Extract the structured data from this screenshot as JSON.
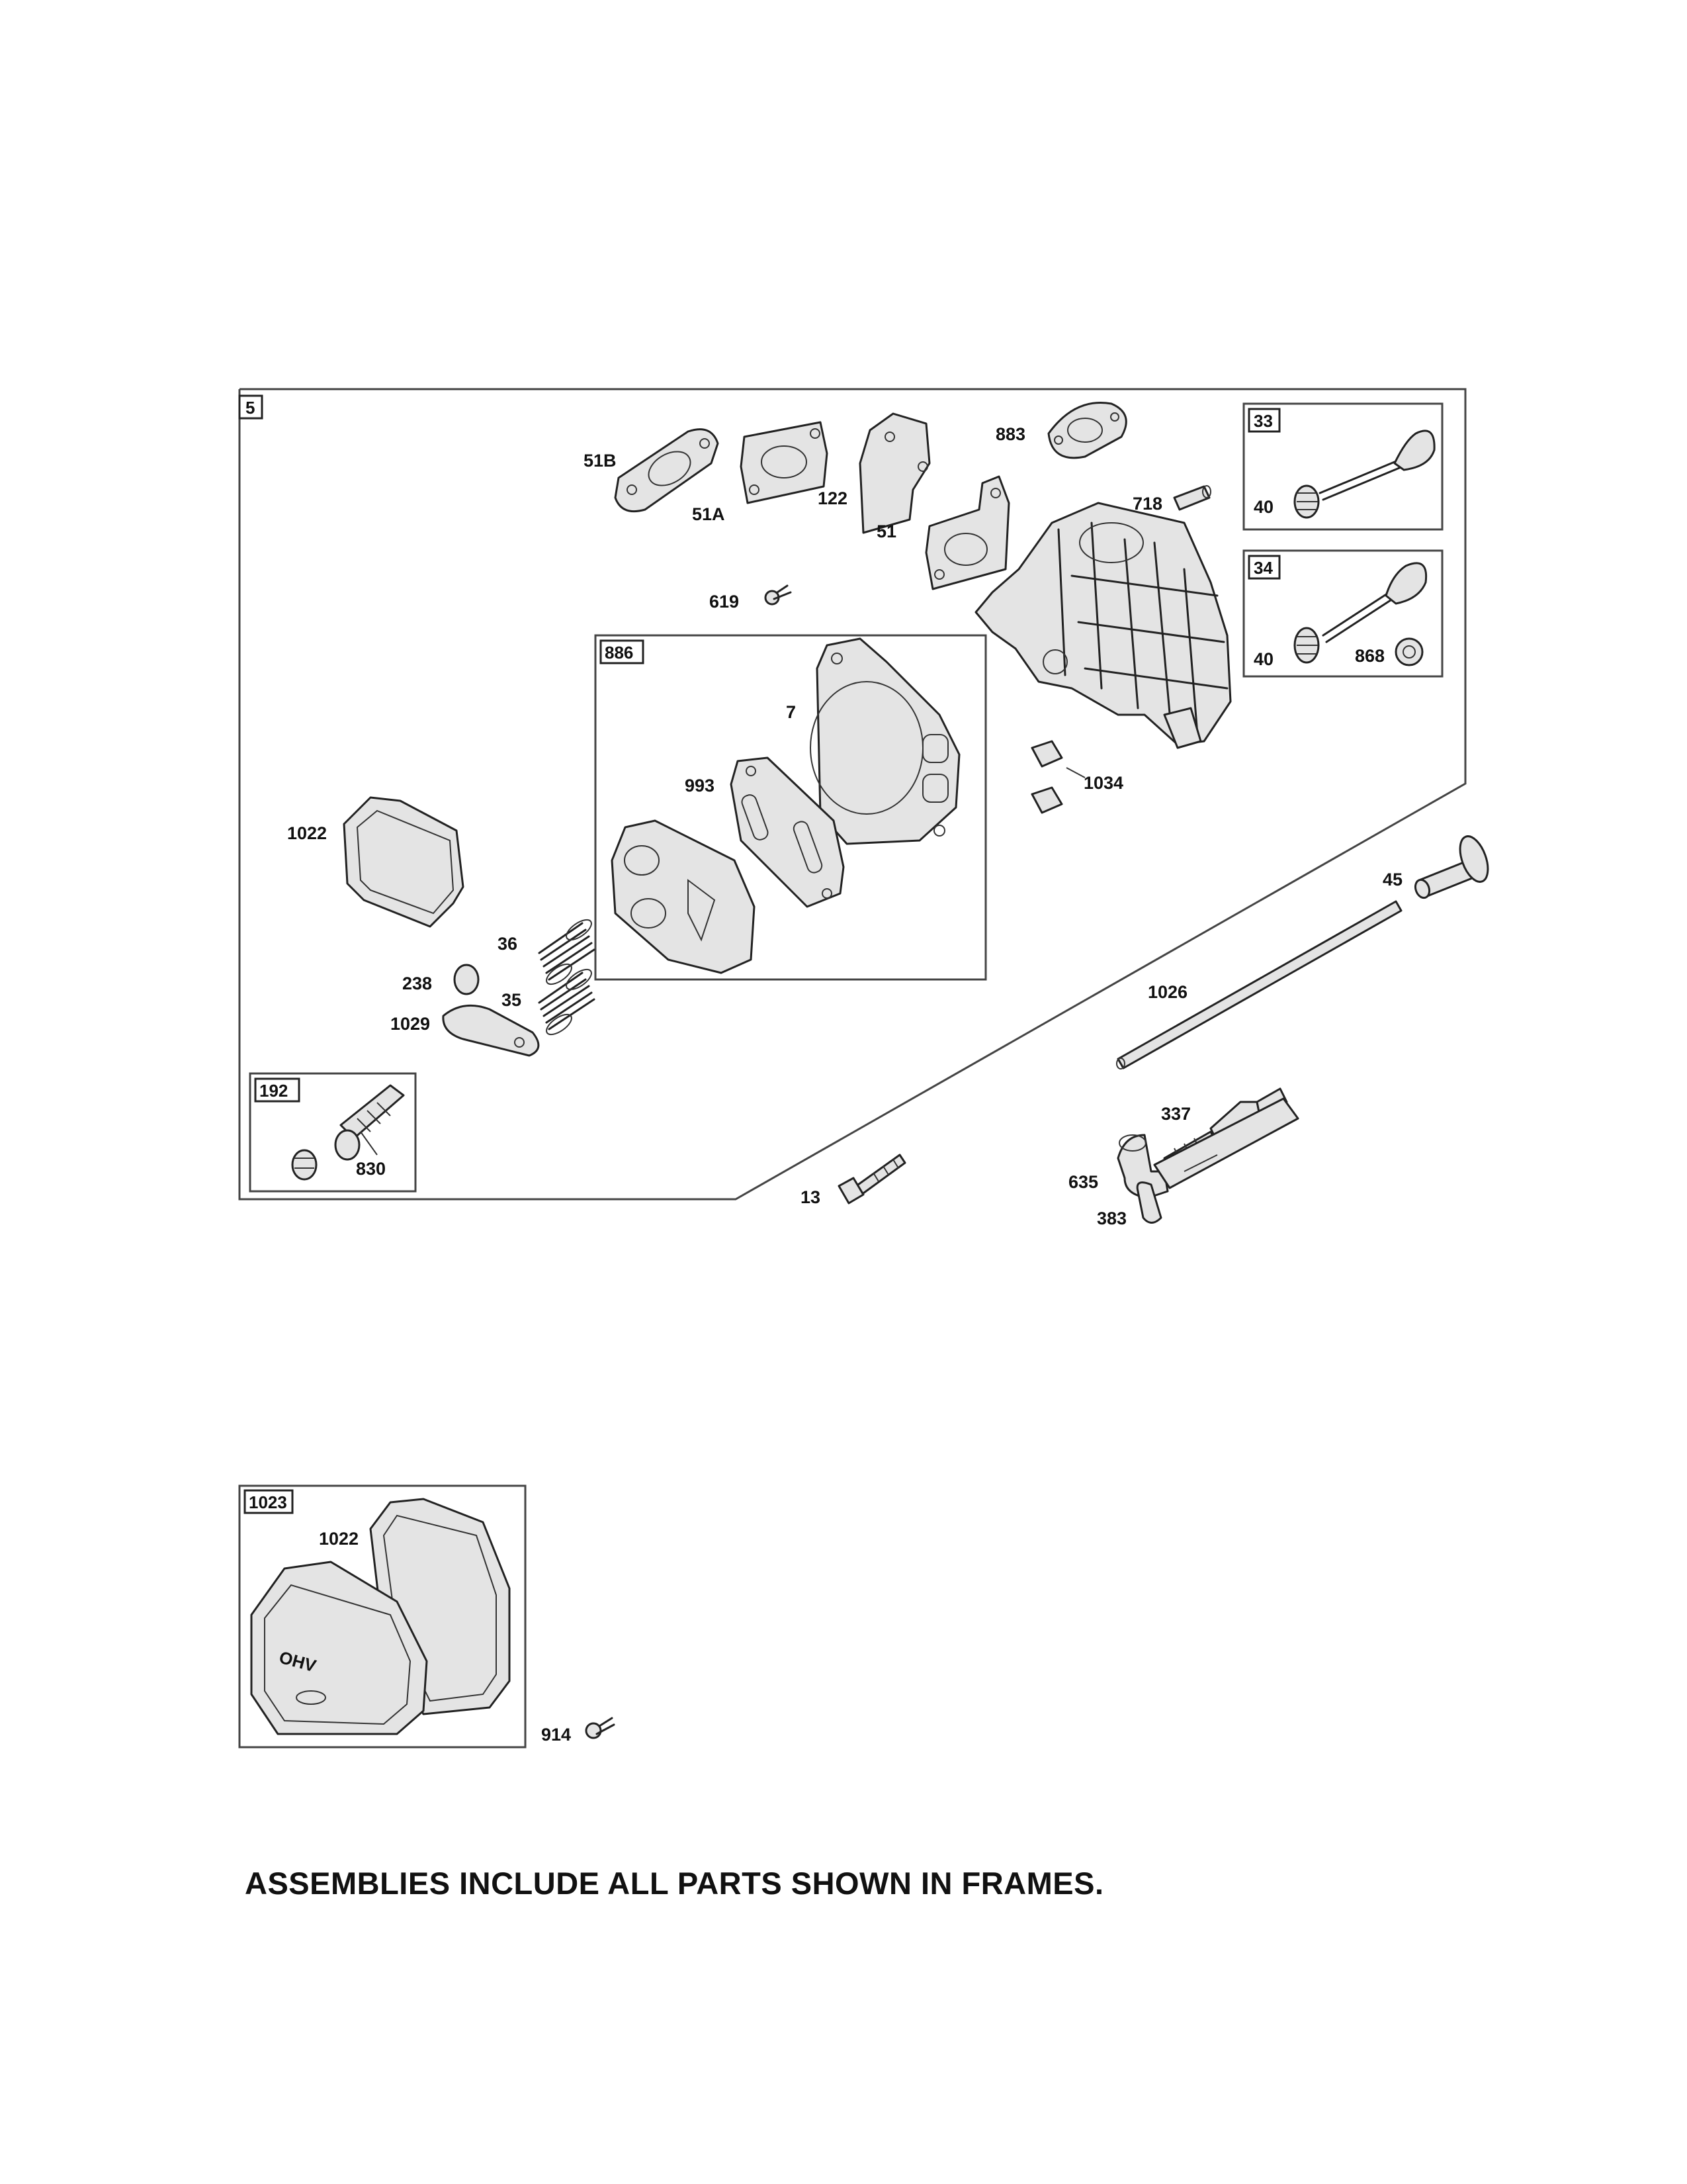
{
  "frames": {
    "f5": "5",
    "f33": "33",
    "f34": "34",
    "f886": "886",
    "f192": "192",
    "f1023": "1023"
  },
  "callouts": {
    "c51b": "51B",
    "c51a": "51A",
    "c122": "122",
    "c883": "883",
    "c718": "718",
    "c51": "51",
    "c619": "619",
    "c40a": "40",
    "c40b": "40",
    "c868": "868",
    "c7": "7",
    "c993": "993",
    "c1034": "1034",
    "c1022a": "1022",
    "c36": "36",
    "c35": "35",
    "c238": "238",
    "c1029": "1029",
    "c830": "830",
    "c45": "45",
    "c1026": "1026",
    "c337": "337",
    "c635": "635",
    "c13": "13",
    "c383": "383",
    "c1022b": "1022",
    "c914": "914"
  },
  "footer": {
    "note": "ASSEMBLIES INCLUDE ALL PARTS SHOWN IN FRAMES."
  }
}
